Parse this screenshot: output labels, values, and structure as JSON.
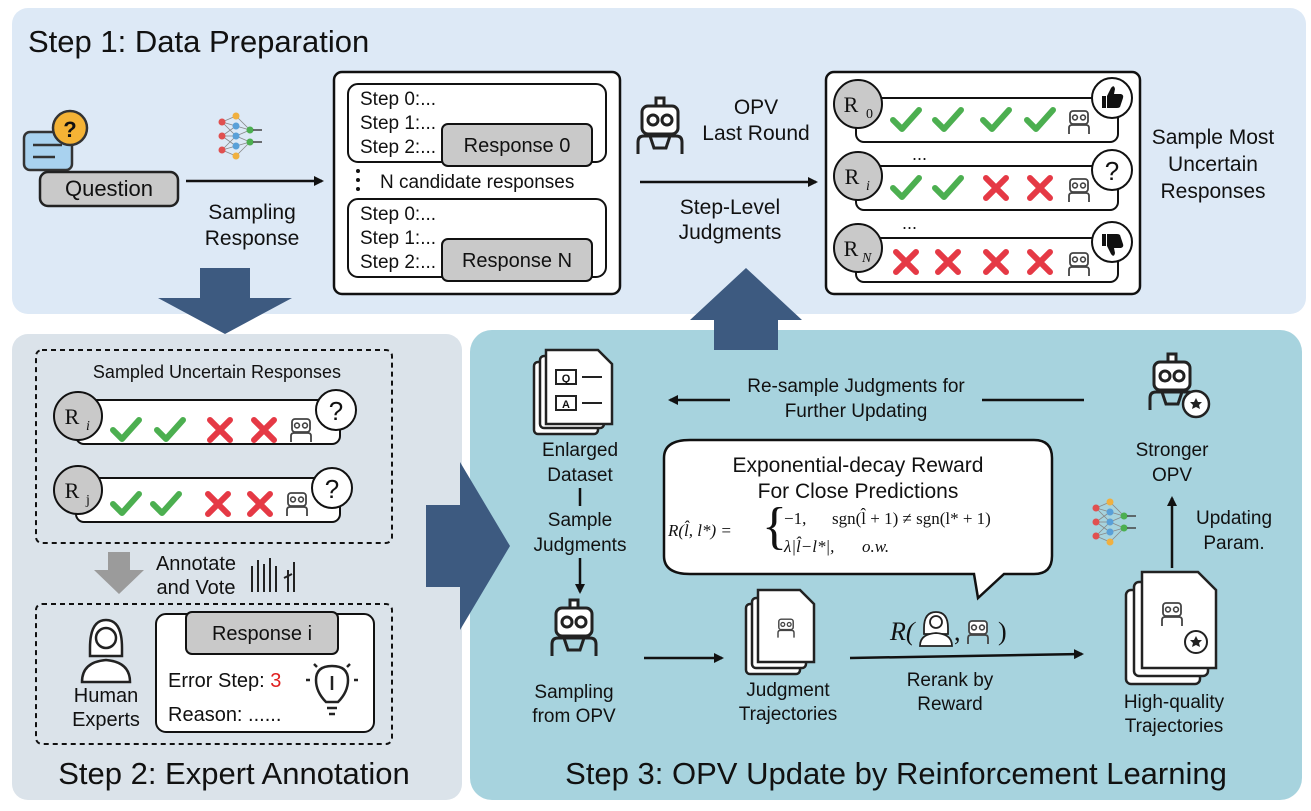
{
  "step1": {
    "title": "Step 1: Data Preparation",
    "question_label": "Question",
    "sampling_line1": "Sampling",
    "sampling_line2": "Response",
    "candidates_top": [
      "Step 0:...",
      "Step 1:...",
      "Step 2:..."
    ],
    "response0_label": "Response 0",
    "n_candidates_label": "N candidate responses",
    "candidates_bottom": [
      "Step 0:...",
      "Step 1:...",
      "Step 2:..."
    ],
    "responseN_label": "Response N",
    "opv_line1": "OPV",
    "opv_line2": "Last Round",
    "steplevel_line1": "Step-Level",
    "steplevel_line2": "Judgments",
    "r0": "R",
    "r0_sub": "0",
    "ri": "R",
    "ri_sub": "i",
    "rn": "R",
    "rn_sub": "N",
    "ellipsis": "...",
    "sample_line1": "Sample Most",
    "sample_line2": "Uncertain",
    "sample_line3": "Responses"
  },
  "step2": {
    "title": "Step 2: Expert Annotation",
    "sampled_label": "Sampled Uncertain Responses",
    "ri": "R",
    "ri_sub": "i",
    "rj": "R",
    "rj_sub": "j",
    "annotate_line1": "Annotate",
    "annotate_line2": "and Vote",
    "human_line1": "Human",
    "human_line2": "Experts",
    "response_i_label": "Response i",
    "error_step_label": "Error Step: ",
    "error_step_value": "3",
    "reason_label": "Reason: ......"
  },
  "step3": {
    "title": "Step 3: OPV Update by Reinforcement Learning",
    "enlarged_line1": "Enlarged",
    "enlarged_line2": "Dataset",
    "sample_judg_line1": "Sample",
    "sample_judg_line2": "Judgments",
    "resample_line1": "Re-sample Judgments for",
    "resample_line2": "Further Updating",
    "stronger_line1": "Stronger",
    "stronger_line2": "OPV",
    "reward_title_line1": "Exponential-decay Reward",
    "reward_title_line2": "For Close Predictions",
    "formula_lhs": "R(l̂, l*) =",
    "formula_case1_val": "−1,",
    "formula_case1_cond": "sgn(l̂ + 1) ≠ sgn(l* + 1)",
    "formula_case2_val": "λ|l̂−l*|,",
    "formula_case2_cond": "o.w.",
    "updating_line1": "Updating",
    "updating_line2": "Param.",
    "sampling_opv_line1": "Sampling",
    "sampling_opv_line2": "from OPV",
    "judgment_traj_line1": "Judgment",
    "judgment_traj_line2": "Trajectories",
    "rerank_line1": "Rerank by",
    "rerank_line2": "Reward",
    "reward_fn_open": "R(",
    "reward_fn_comma": ",",
    "reward_fn_close": ")",
    "hq_line1": "High-quality",
    "hq_line2": "Trajectories"
  },
  "colors": {
    "step1_bg": "#dde9f6",
    "step2_bg": "#dbe3ea",
    "step3_bg": "#a7d3de",
    "big_arrow": "#3d5a80",
    "check": "#4caf50",
    "cross": "#e53945",
    "gray_box": "#c9c9c9",
    "error_red": "#e02020"
  },
  "icons": [
    "question-bubble-icon",
    "neural-network-icon",
    "robot-icon",
    "thumbs-up-icon",
    "thumbs-down-icon",
    "question-mark-icon",
    "raised-hands-icon",
    "human-expert-icon",
    "lightbulb-icon",
    "document-qa-icon",
    "award-badge-icon",
    "stacked-documents-icon"
  ]
}
